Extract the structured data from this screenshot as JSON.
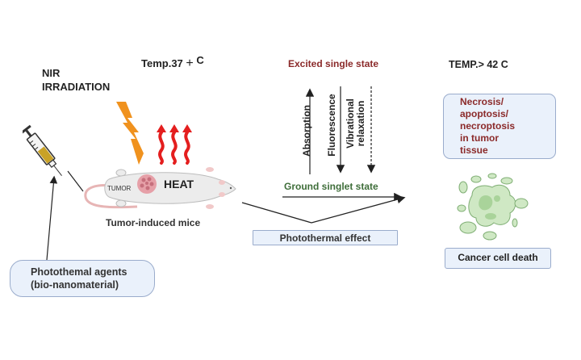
{
  "labels": {
    "nir_line1": "NIR",
    "nir_line2": "IRRADIATION",
    "temp_start": "Temp.37",
    "temp_start_symbol": "+",
    "temp_start_unit": "C",
    "tumor": "TUMOR",
    "heat": "HEAT",
    "mice_caption": "Tumor-induced mice",
    "agents_line1": "Photothemal agents",
    "agents_line2": "(bio-nanomaterial)",
    "excited_state": "Excited single state",
    "absorption": "Absorption",
    "fluorescence": "Fluorescence",
    "vibrational_line1": "Vibrational",
    "vibrational_line2": "relaxation",
    "ground_state": "Ground singlet state",
    "photothermal_effect": "Photothermal effect",
    "temp_high": "TEMP.> 42 C",
    "outcome_lines": [
      "Necrosis/",
      "apoptosis/",
      "necroptosis",
      "in tumor",
      "tissue"
    ],
    "cancer_cell_death": "Cancer cell death"
  },
  "icons": [
    "syringe-icon",
    "lightning-icon",
    "heat-wave-icon",
    "mouse-icon",
    "tumor-icon",
    "dead-cell-icon"
  ],
  "colors": {
    "dark_red": "#8b2a2a",
    "green": "#3f6e3a",
    "lightning": "#f0921e",
    "heat": "#e41e1e",
    "box_fill": "#eaf1fb",
    "box_border": "#9aaccc",
    "cell_fill": "#cfe8c4",
    "cell_dark": "#a9d39a"
  }
}
